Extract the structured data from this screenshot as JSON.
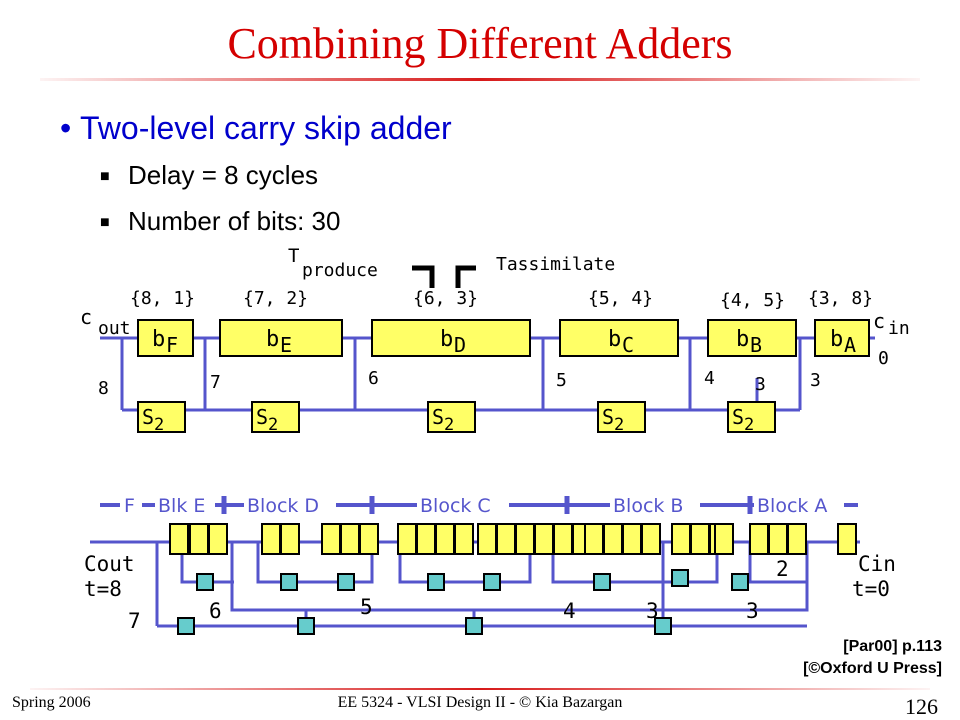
{
  "title": "Combining Different Adders",
  "bullet": "Two-level carry skip adder",
  "subs": [
    "Delay = 8 cycles",
    "Number of bits: 30"
  ],
  "top_diagram": {
    "t_produce": "T",
    "t_produce_sub": "produce",
    "t_assim": "Tassimilate",
    "c_out": "c",
    "c_out_sub": "out",
    "c_in": "c",
    "c_in_sub": "in",
    "c_in_value": "0",
    "blocks": [
      {
        "name": "b",
        "sub": "F",
        "pair": "{8, 1}",
        "skip_label": "8"
      },
      {
        "name": "b",
        "sub": "E",
        "pair": "{7, 2}",
        "skip_label": "7"
      },
      {
        "name": "b",
        "sub": "D",
        "pair": "{6, 3}",
        "skip_label": "6"
      },
      {
        "name": "b",
        "sub": "C",
        "pair": "{5, 4}",
        "skip_label": "5"
      },
      {
        "name": "b",
        "sub": "B",
        "pair": "{4, 5}",
        "skip_label": "4"
      },
      {
        "name": "b",
        "sub": "A",
        "pair": "{3, 8}",
        "skip_label": "3"
      }
    ],
    "extra_label": "3",
    "skip_box": "S",
    "skip_box_sub": "2"
  },
  "bottom_diagram": {
    "group_labels": [
      "F",
      "Blk E",
      "Block D",
      "Block C",
      "Block B",
      "Block A"
    ],
    "cout": "Cout",
    "cout_t": "t=8",
    "cin": "Cin",
    "cin_t": "t=0",
    "level_labels": [
      "7",
      "6",
      "5",
      "4",
      "3",
      "3",
      "2"
    ]
  },
  "reference": [
    "[Par00] p.113",
    "[©Oxford U Press]"
  ],
  "footer_left": "Spring 2006",
  "footer_center": "EE 5324 - VLSI Design II - © Kia Bazargan",
  "page": "126",
  "colors": {
    "title": "#d40000",
    "bullet": "#0000cc",
    "block": "#ffff66",
    "skip": "#66cccc",
    "wire": "#5555cc"
  }
}
